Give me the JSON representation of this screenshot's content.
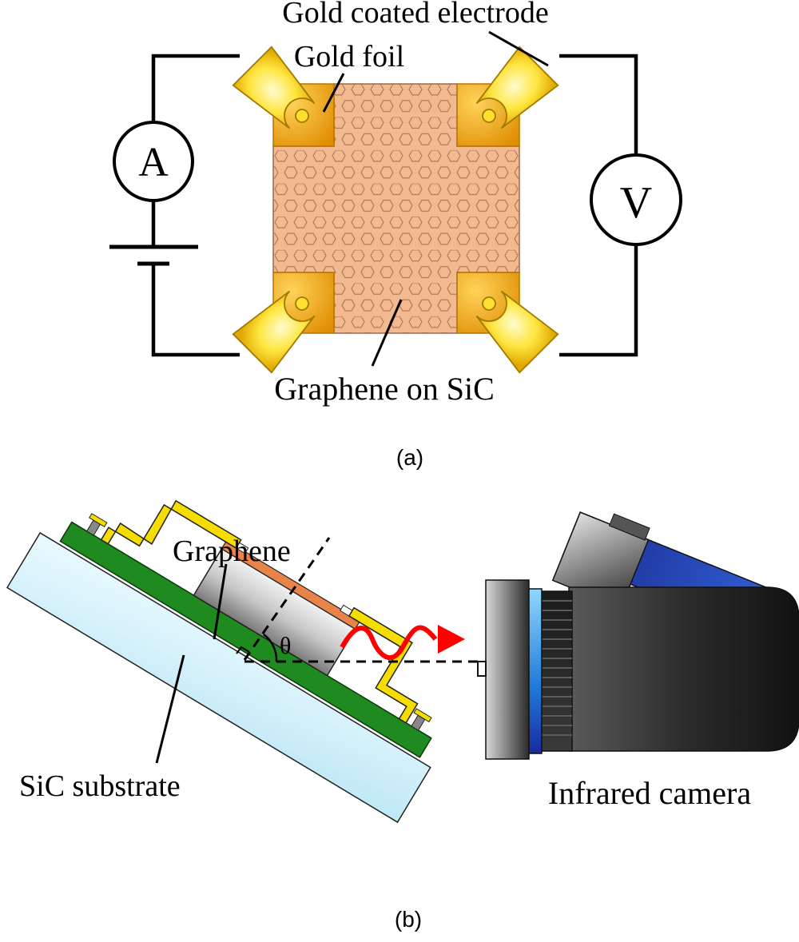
{
  "panel_a": {
    "caption": "(a)",
    "labels": {
      "electrode": "Gold coated electrode",
      "foil": "Gold foil",
      "graphene_sic": "Graphene on SiC"
    },
    "meters": {
      "ammeter": "A",
      "voltmeter": "V"
    }
  },
  "panel_b": {
    "caption": "(b)",
    "labels": {
      "graphene": "Graphene",
      "substrate": "SiC substrate",
      "camera": "Infrared camera",
      "angle": "θ"
    }
  },
  "colors": {
    "wire": "#000000",
    "graphene_fill": "#f3b98f",
    "hex_line": "#b07860",
    "gold_foil": "#f0a500",
    "electrode": "#ffe640",
    "substrate_glass": "#cdeefa",
    "pcb_green": "#1f8a1f",
    "graphene_layer": "#e8844a",
    "clamp_yellow": "#f5dd00",
    "camera_body": "#2a2a2a",
    "camera_blue": "#2060d0",
    "ir_wave": "#ff0000"
  }
}
